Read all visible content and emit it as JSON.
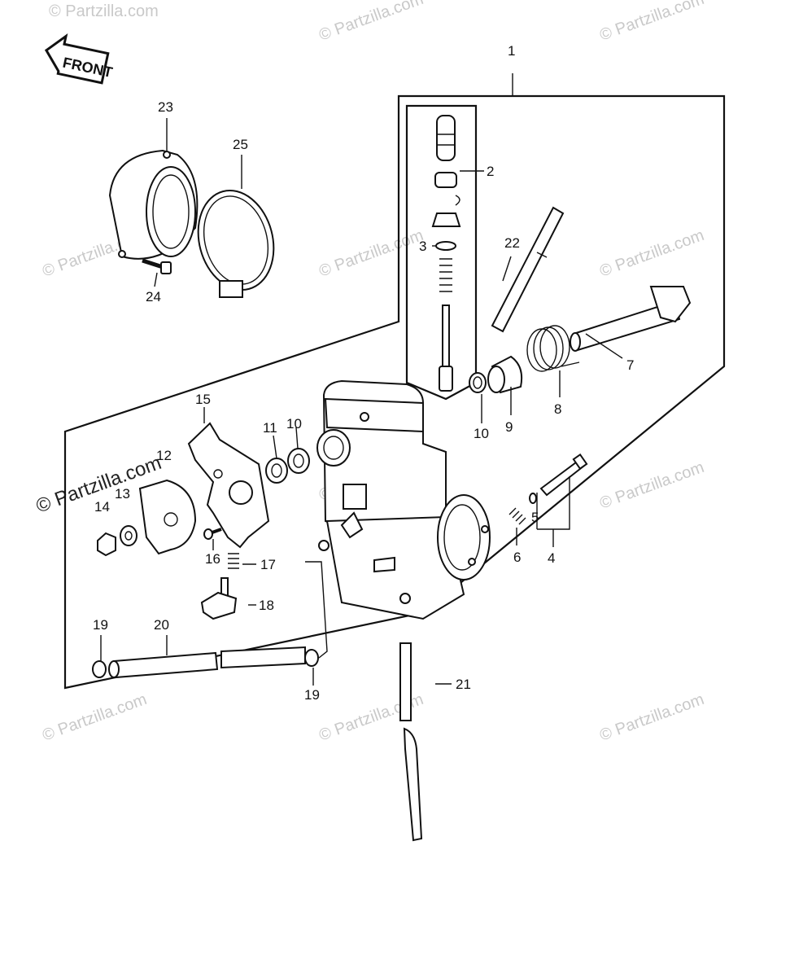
{
  "header": {
    "front_label": "FRONT"
  },
  "watermark": {
    "text": "© Partzilla.com"
  },
  "callouts": [
    {
      "id": "c1",
      "label": "1"
    },
    {
      "id": "c2",
      "label": "2"
    },
    {
      "id": "c3",
      "label": "3"
    },
    {
      "id": "c4",
      "label": "4"
    },
    {
      "id": "c5",
      "label": "5"
    },
    {
      "id": "c6",
      "label": "6"
    },
    {
      "id": "c7",
      "label": "7"
    },
    {
      "id": "c8",
      "label": "8"
    },
    {
      "id": "c9",
      "label": "9"
    },
    {
      "id": "c10a",
      "label": "10"
    },
    {
      "id": "c10b",
      "label": "10"
    },
    {
      "id": "c11",
      "label": "11"
    },
    {
      "id": "c12",
      "label": "12"
    },
    {
      "id": "c13",
      "label": "13"
    },
    {
      "id": "c14",
      "label": "14"
    },
    {
      "id": "c15",
      "label": "15"
    },
    {
      "id": "c16",
      "label": "16"
    },
    {
      "id": "c17",
      "label": "17"
    },
    {
      "id": "c18",
      "label": "18"
    },
    {
      "id": "c19a",
      "label": "19"
    },
    {
      "id": "c19b",
      "label": "19"
    },
    {
      "id": "c20",
      "label": "20"
    },
    {
      "id": "c21",
      "label": "21"
    },
    {
      "id": "c22",
      "label": "22"
    },
    {
      "id": "c23",
      "label": "23"
    },
    {
      "id": "c24",
      "label": "24"
    },
    {
      "id": "c25",
      "label": "25"
    }
  ]
}
